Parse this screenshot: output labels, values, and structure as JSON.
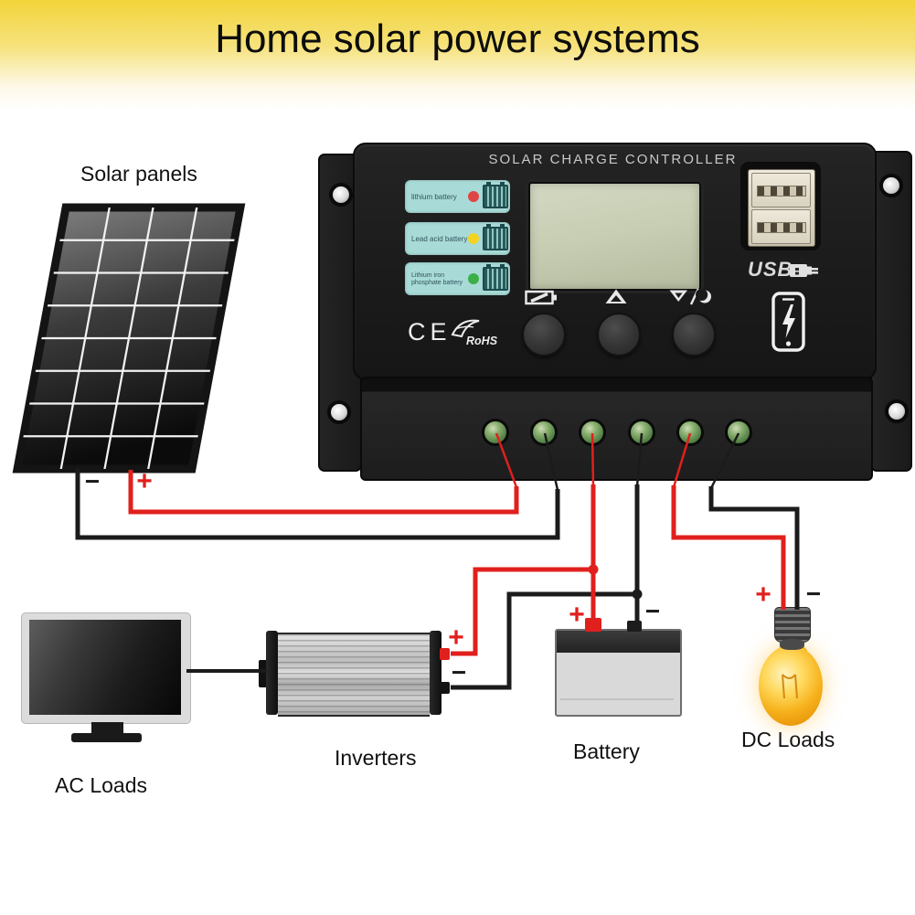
{
  "header": {
    "title": "Home solar power systems"
  },
  "labels": {
    "solar_panels": "Solar panels",
    "ac_loads": "AC Loads",
    "inverters": "Inverters",
    "battery": "Battery",
    "dc_loads": "DC Loads"
  },
  "controller": {
    "title": "SOLAR CHARGE CONTROLLER",
    "indicators": [
      {
        "label": "lithium battery",
        "led": "red"
      },
      {
        "label": "Lead acid battery",
        "led": "yellow"
      },
      {
        "label": "Lithium iron phosphate battery",
        "led": "green"
      }
    ],
    "ce_label": "CE",
    "rohs_label": "RoHS",
    "usb_label": "USB"
  },
  "polarity": {
    "solar": {
      "plus": "+",
      "minus": "−"
    },
    "inverter": {
      "plus": "+",
      "minus": "−"
    },
    "battery": {
      "plus": "+",
      "minus": "−"
    },
    "dc": {
      "plus": "+",
      "minus": "−"
    }
  },
  "colors": {
    "header-yellow": "#f2d43a",
    "wire-red": "#e0201d",
    "wire-black": "#1b1b1b",
    "led-red": "#e04545",
    "led-yellow": "#f2d321",
    "led-green": "#3cb047",
    "indicator-cyan": "#a8dbd7",
    "lcd-green": "#c6cdb2",
    "bulb-amber": "#f6b21c"
  }
}
